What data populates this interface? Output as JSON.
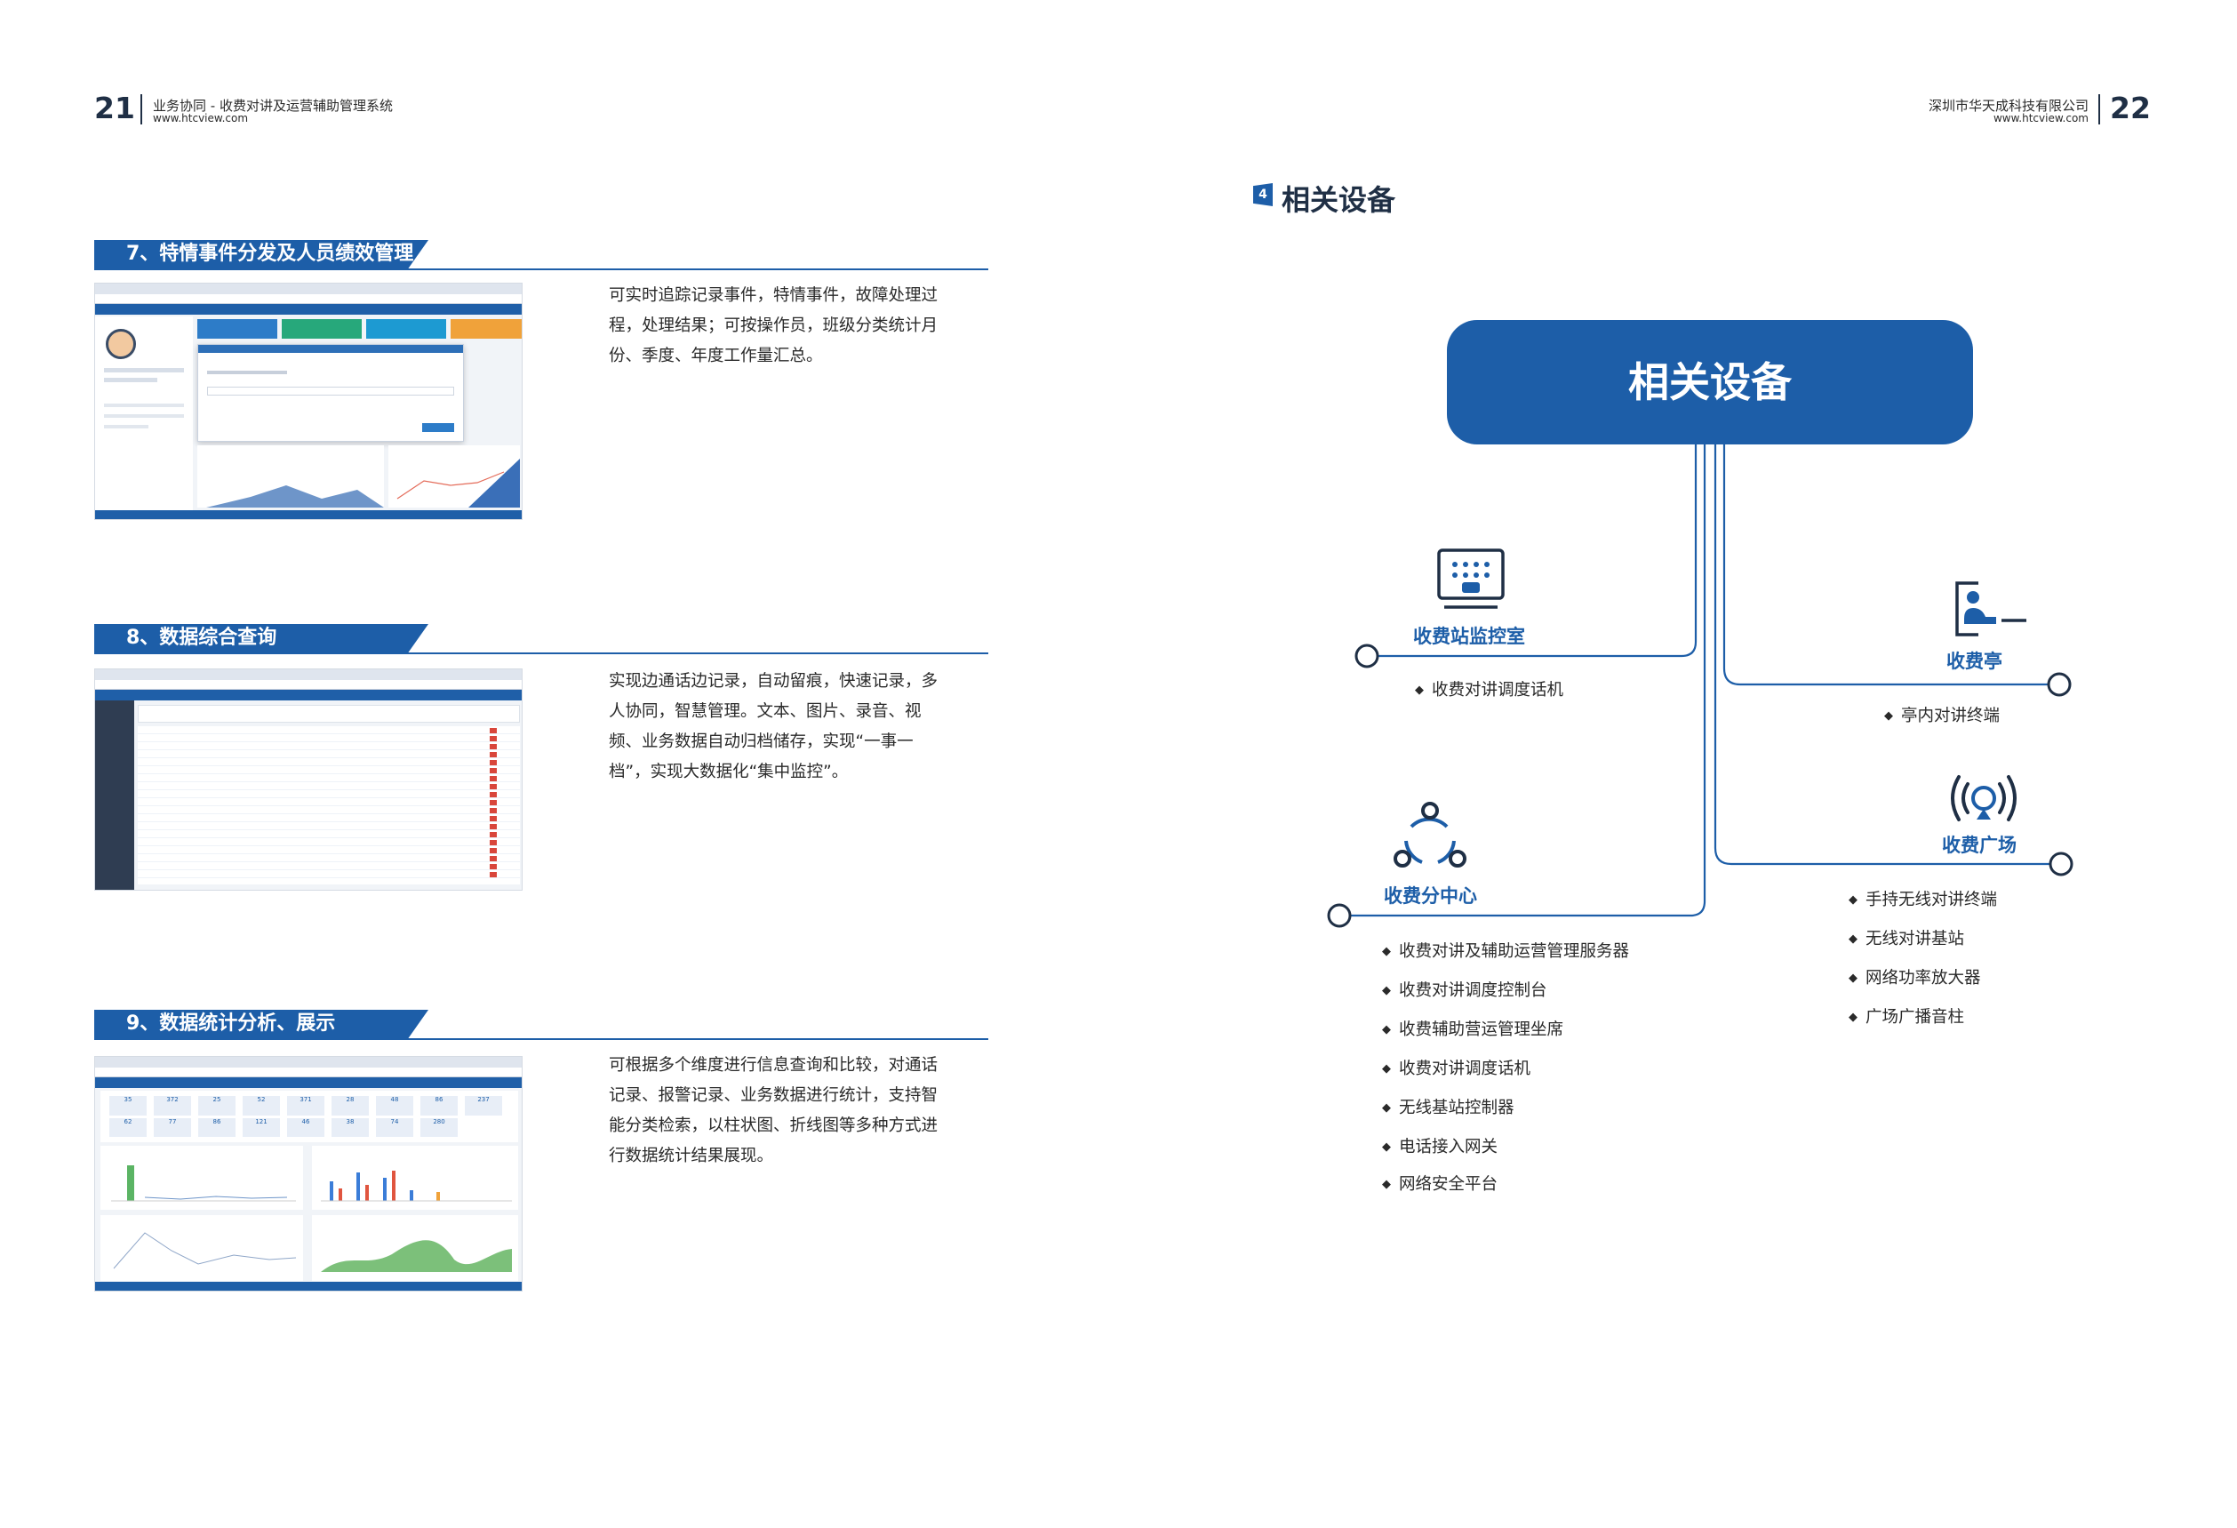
{
  "header": {
    "left_page_number": "21",
    "left_title": "业务协同 - 收费对讲及运营辅助管理系统",
    "left_url": "www.htcview.com",
    "right_company": "深圳市华天成科技有限公司",
    "right_url": "www.htcview.com",
    "right_page_number": "22"
  },
  "sections": [
    {
      "title": "7、特情事件分发及人员绩效管理",
      "text": "可实时追踪记录事件，特情事件，故障处理过程，处理结果；可按操作员，班级分类统计月份、季度、年度工作量汇总。"
    },
    {
      "title": "8、数据综合查询",
      "text": "实现边通话边记录，自动留痕，快速记录，多人协同，智慧管理。文本、图片、录音、视频、业务数据自动归档储存，实现“一事一档”，实现大数据化“集中监控”。"
    },
    {
      "title": "9、数据统计分析、展示",
      "text": "可根据多个维度进行信息查询和比较，对通话记录、报警记录、业务数据进行统计，支持智能分类检索，以柱状图、折线图等多种方式进行数据统计结果展现。"
    }
  ],
  "shot3_stats": [
    "35",
    "372",
    "25",
    "52",
    "371",
    "28",
    "48",
    "86",
    "237",
    "62",
    "77",
    "86",
    "121",
    "46",
    "38",
    "74",
    "280"
  ],
  "right_section": {
    "badge": "4",
    "title": "相关设备",
    "hub_label": "相关设备",
    "branches": [
      {
        "name": "收费站监控室",
        "icon": "monitor-grid-icon",
        "items": [
          "收费对讲调度话机"
        ]
      },
      {
        "name": "收费亭",
        "icon": "booth-operator-icon",
        "items": [
          "亭内对讲终端"
        ]
      },
      {
        "name": "收费广场",
        "icon": "broadcast-icon",
        "items": [
          "手持无线对讲终端",
          "无线对讲基站",
          "网络功率放大器",
          "广场广播音柱"
        ]
      },
      {
        "name": "收费分中心",
        "icon": "network-hub-icon",
        "items": [
          "收费对讲及辅助运营管理服务器",
          "收费对讲调度控制台",
          "收费辅助营运管理坐席",
          "收费对讲调度话机",
          "无线基站控制器",
          "电话接入网关",
          "网络安全平台"
        ]
      }
    ]
  },
  "colors": {
    "brand_blue": "#1d5ea8",
    "header_dark": "#1f2f45",
    "chart_green": "#7cc07a"
  }
}
